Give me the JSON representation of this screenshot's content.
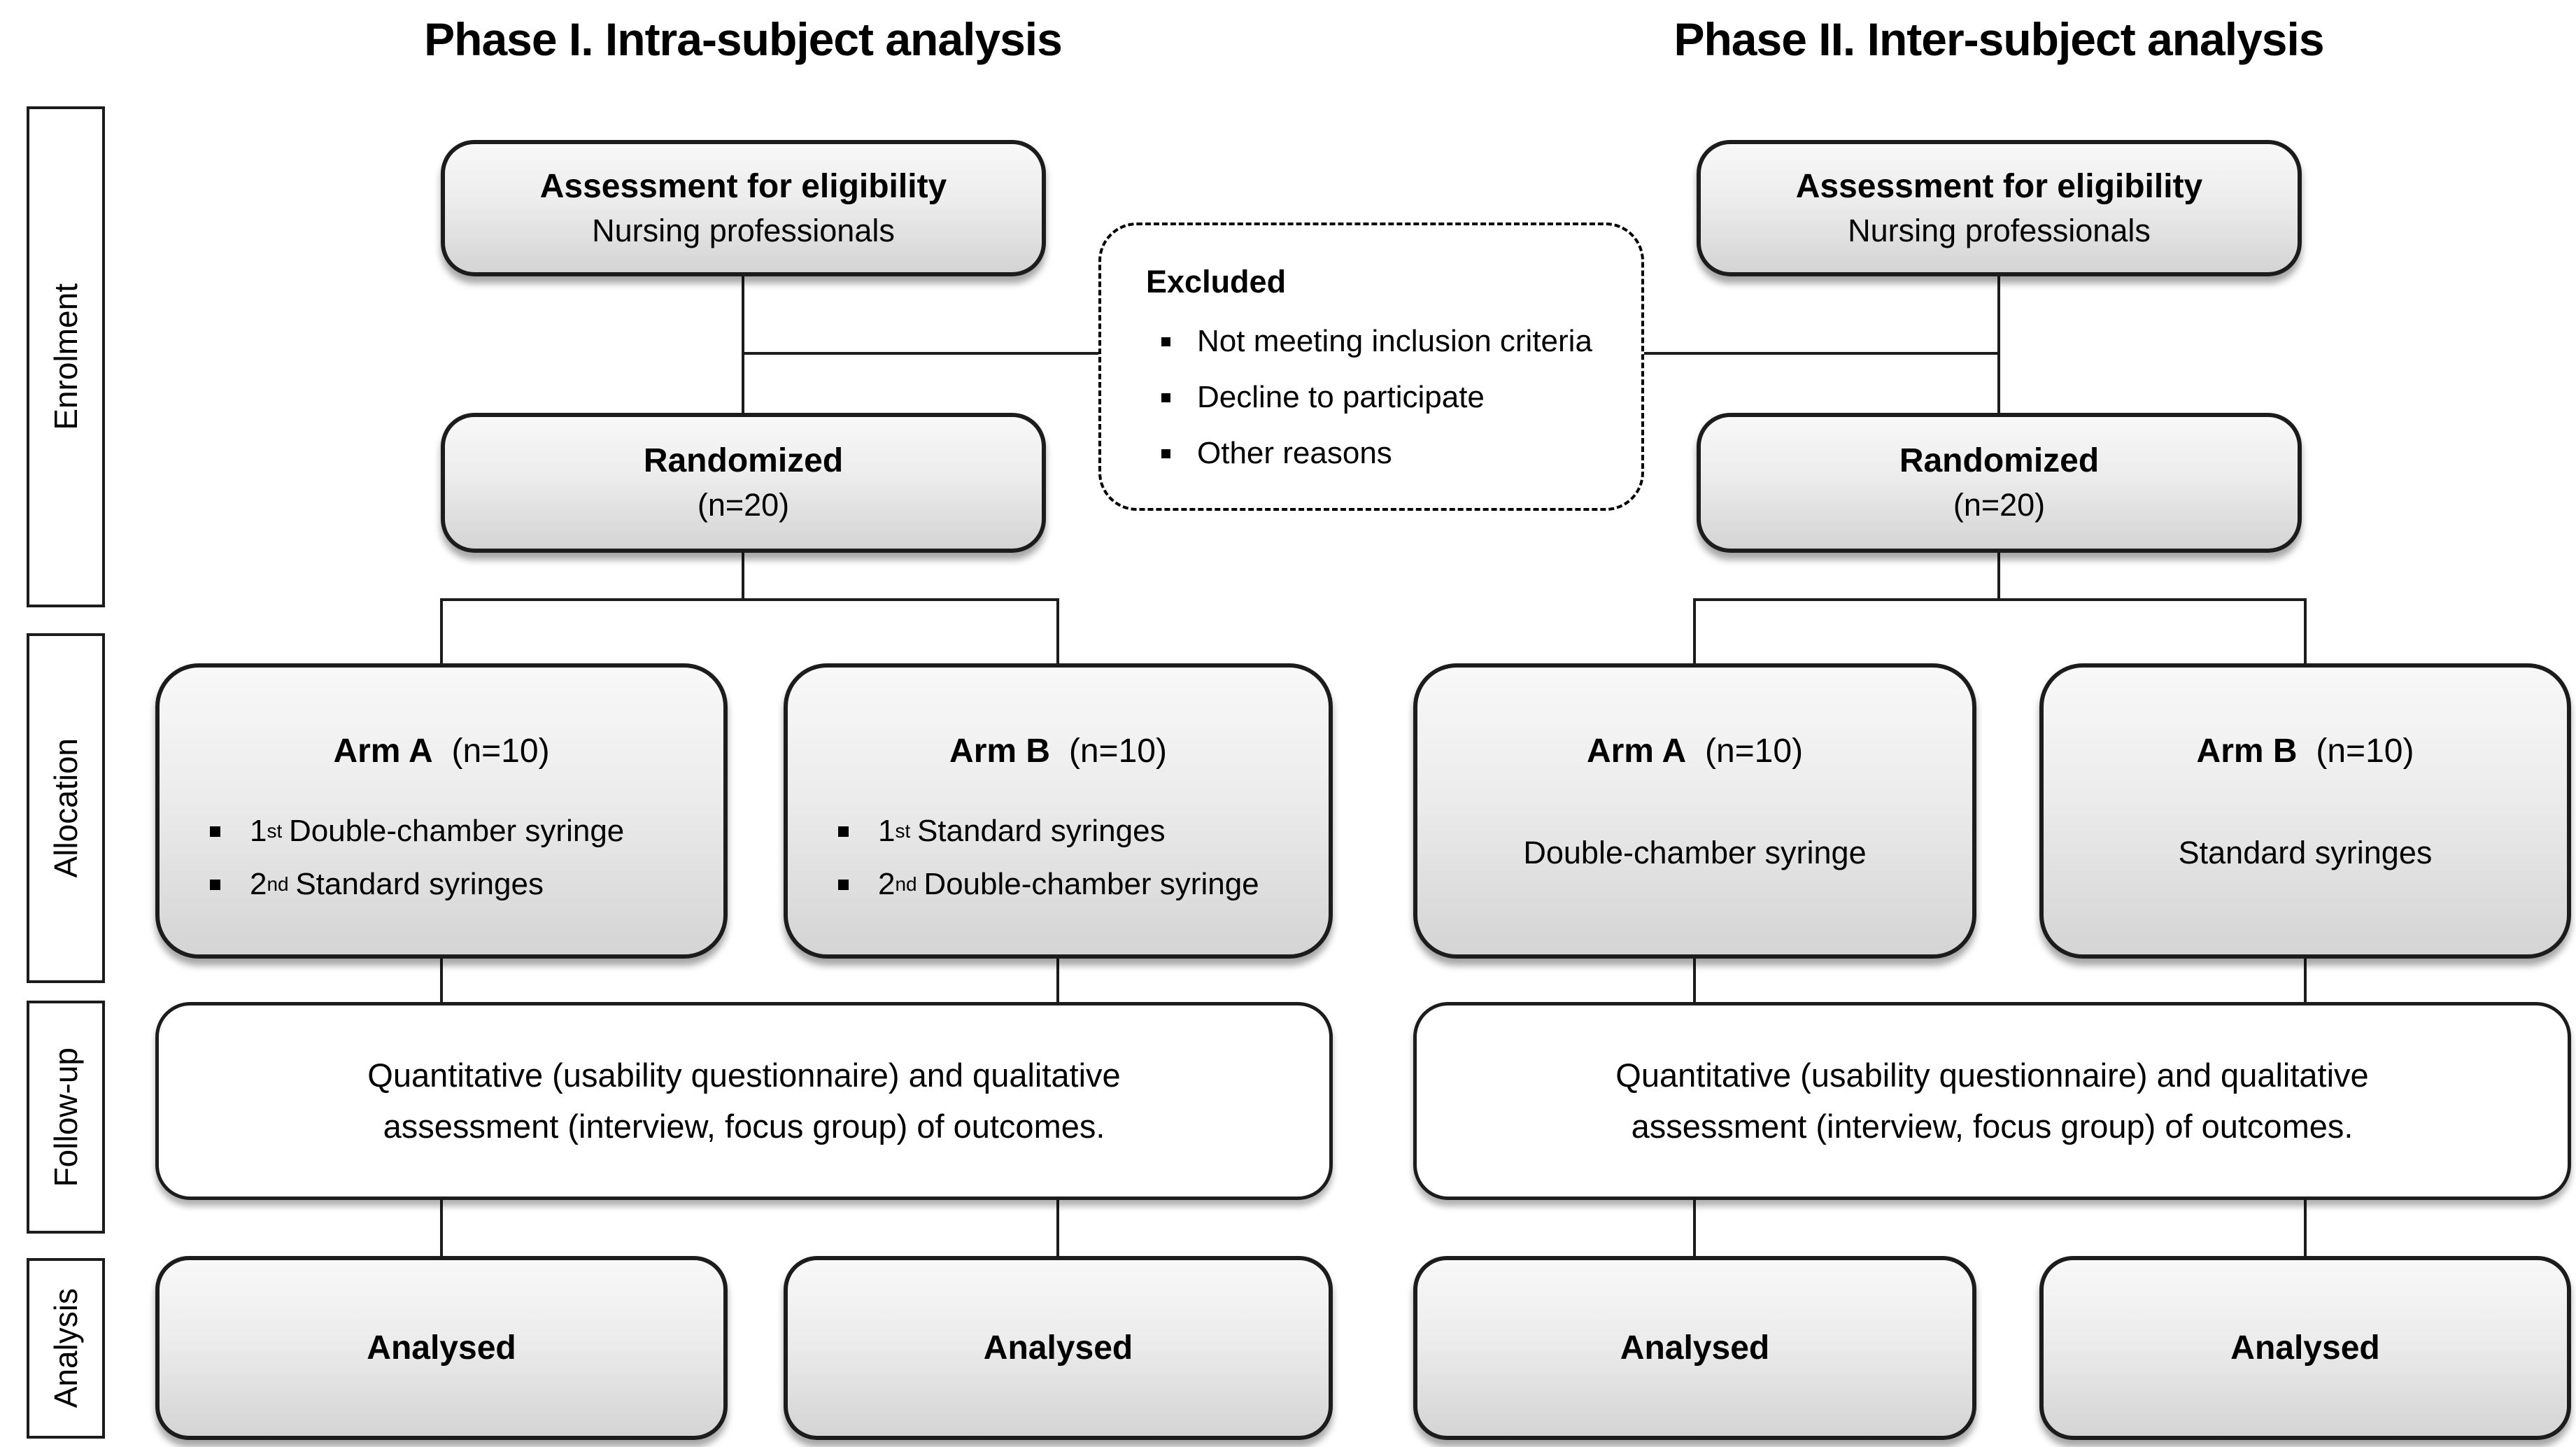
{
  "titles": {
    "phase1": "Phase I. Intra-subject analysis",
    "phase2": "Phase II. Inter-subject analysis"
  },
  "side_labels": [
    "Enrolment",
    "Allocation",
    "Follow-up",
    "Analysis"
  ],
  "labels": {
    "analysed": "Analysed"
  },
  "excluded": {
    "title": "Excluded",
    "items": [
      "Not meeting inclusion criteria",
      "Decline to participate",
      "Other reasons"
    ]
  },
  "phase1": {
    "assessment": {
      "title": "Assessment for eligibility",
      "subtitle": "Nursing professionals"
    },
    "randomized": {
      "title": "Randomized",
      "n": "(n=20)"
    },
    "arm_a": {
      "title": "Arm A",
      "n": "(n=10)",
      "bullets": [
        {
          "num": "1",
          "sup": "st",
          "text": "Double-chamber syringe"
        },
        {
          "num": "2",
          "sup": "nd",
          "text": "Standard syringes"
        }
      ]
    },
    "arm_b": {
      "title": "Arm B",
      "n": "(n=10)",
      "bullets": [
        {
          "num": "1",
          "sup": "st",
          "text": "Standard syringes"
        },
        {
          "num": "2",
          "sup": "nd",
          "text": "Double-chamber syringe"
        }
      ]
    },
    "followup": {
      "line1": "Quantitative (usability questionnaire) and qualitative",
      "line2": "assessment (interview, focus group) of outcomes."
    }
  },
  "phase2": {
    "assessment": {
      "title": "Assessment for eligibility",
      "subtitle": "Nursing professionals"
    },
    "randomized": {
      "title": "Randomized",
      "n": "(n=20)"
    },
    "arm_a": {
      "title": "Arm A",
      "n": "(n=10)",
      "subtitle": "Double-chamber syringe"
    },
    "arm_b": {
      "title": "Arm B",
      "n": "(n=10)",
      "subtitle": "Standard syringes"
    },
    "followup": {
      "line1": "Quantitative (usability questionnaire) and qualitative",
      "line2": "assessment (interview, focus group) of outcomes."
    }
  },
  "colors": {
    "box_border": "#1c1c1c",
    "box_gradient_top": "#f8f8f8",
    "box_gradient_bottom": "#d4d4d4",
    "connector_line": "#1c1c1c",
    "background": "#ffffff",
    "text": "#000000"
  }
}
